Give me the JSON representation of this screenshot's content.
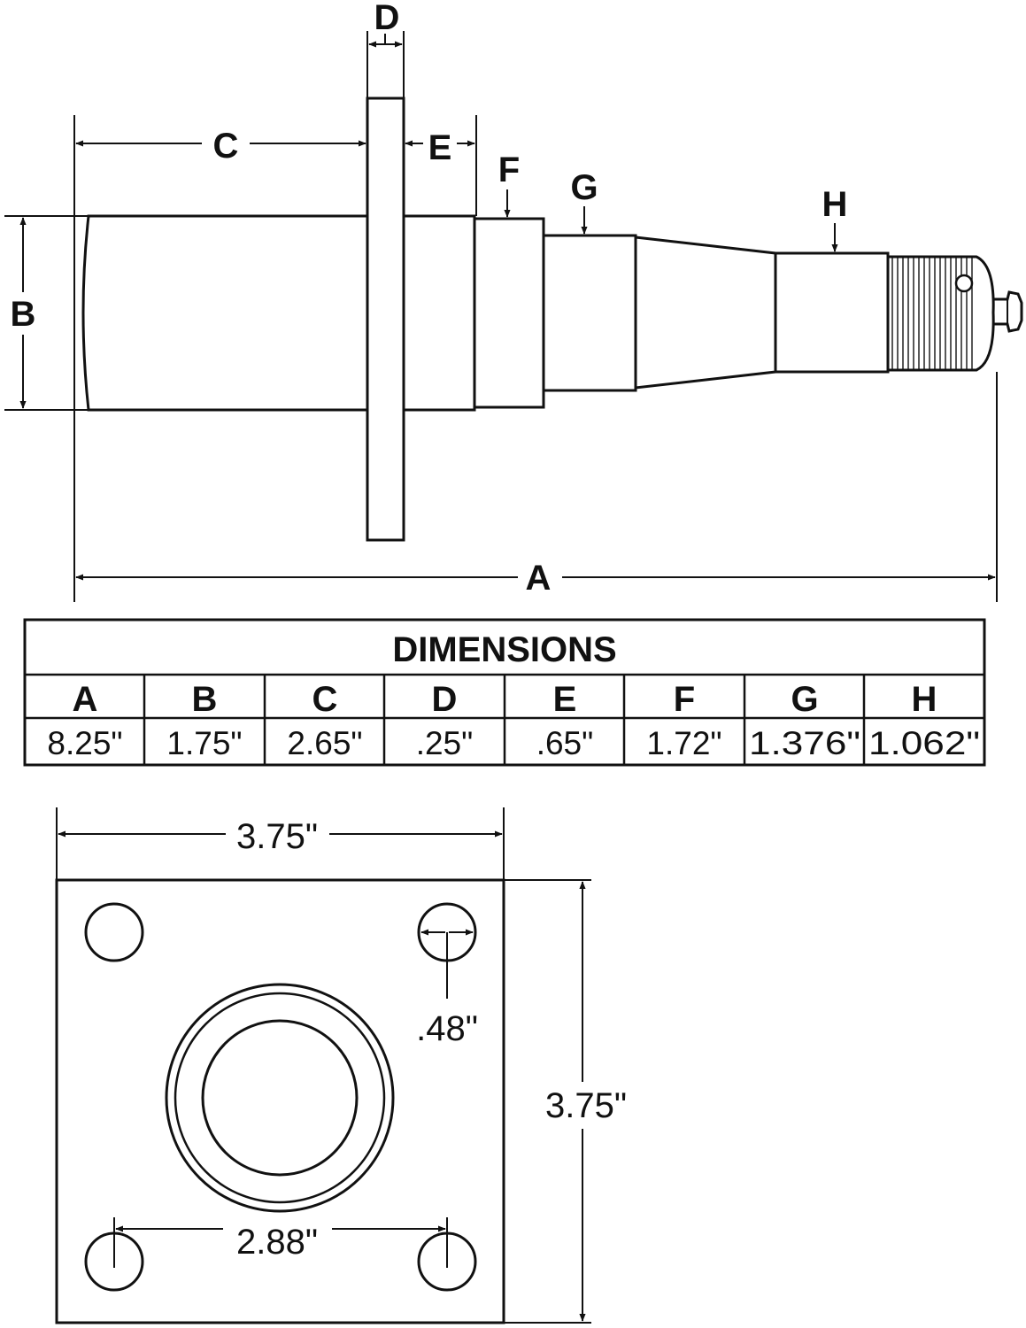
{
  "side_view": {
    "labels": {
      "A": "A",
      "B": "B",
      "C": "C",
      "D": "D",
      "E": "E",
      "F": "F",
      "G": "G",
      "H": "H"
    }
  },
  "table": {
    "title": "DIMENSIONS",
    "headers": [
      "A",
      "B",
      "C",
      "D",
      "E",
      "F",
      "G",
      "H"
    ],
    "values": [
      "8.25\"",
      "1.75\"",
      "2.65\"",
      ".25\"",
      ".65\"",
      "1.72\"",
      "1.376\"",
      "1.062\""
    ]
  },
  "flange_view": {
    "width": "3.75\"",
    "height": "3.75\"",
    "hole_diameter": ".48\"",
    "hole_spacing": "2.88\""
  },
  "colors": {
    "line": "#111111",
    "background": "#ffffff"
  }
}
